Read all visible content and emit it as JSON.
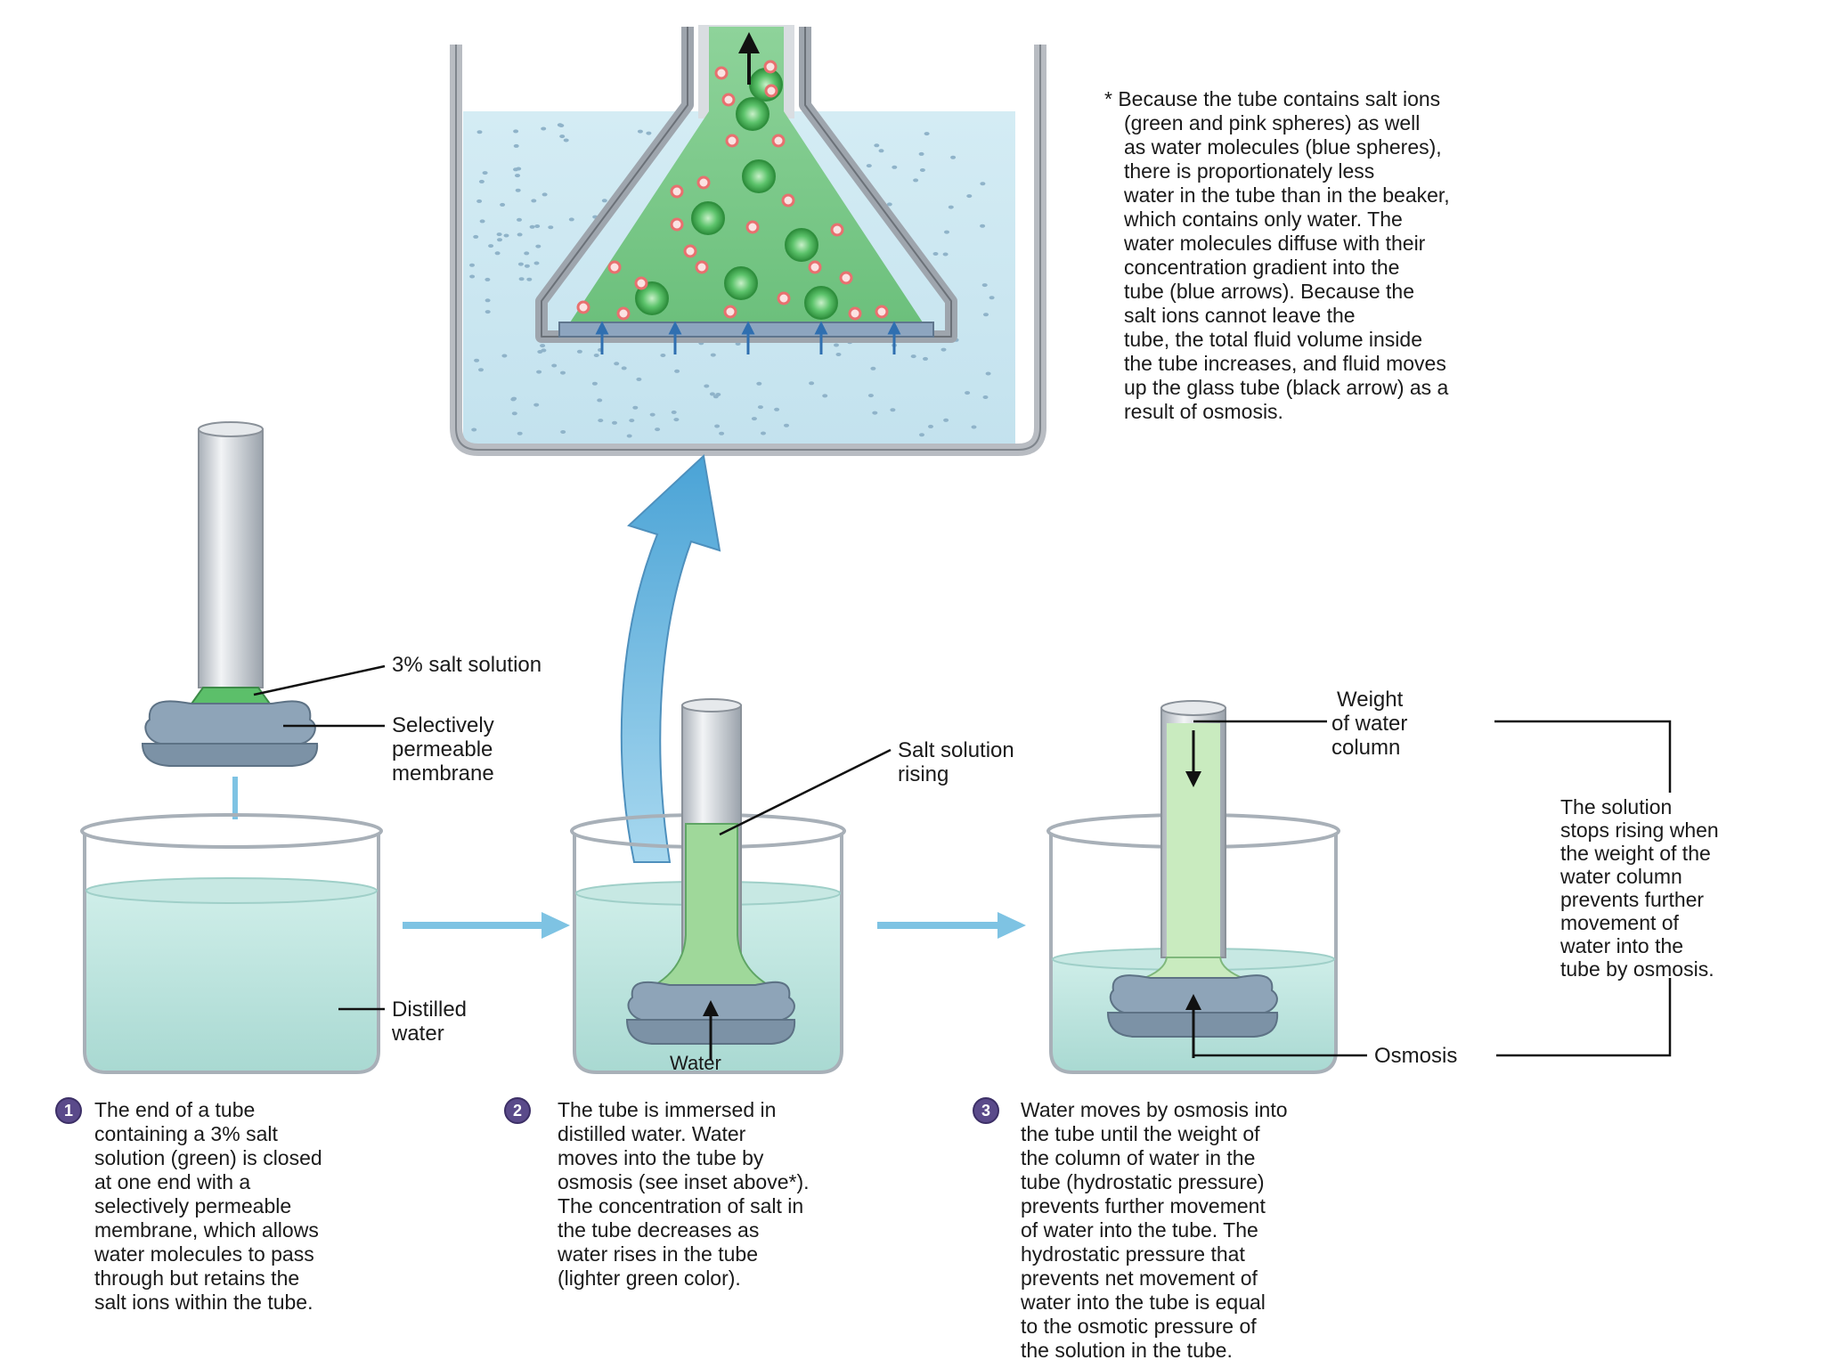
{
  "inset_note": {
    "lines": [
      "* Because the tube contains salt ions",
      "(green and pink spheres) as well",
      "as water molecules (blue spheres),",
      "there is proportionately less",
      "water in the tube than in the beaker,",
      "which contains only water. The",
      "water molecules diffuse with their",
      "concentration gradient into the",
      "tube (blue arrows).  Because the",
      "salt ions cannot leave the",
      "tube, the total fluid volume inside",
      "the tube increases, and fluid moves",
      "up the glass tube (black arrow) as a",
      "result of osmosis."
    ]
  },
  "labels": {
    "salt_solution": "3% salt solution",
    "membrane": [
      "Selectively",
      "permeable",
      "membrane"
    ],
    "distilled_water": [
      "Distilled",
      "water"
    ],
    "salt_rising": [
      "Salt solution",
      "rising"
    ],
    "water": "Water",
    "weight": [
      "Weight",
      "of water",
      "column"
    ],
    "osmosis": "Osmosis",
    "stops_rising": [
      "The solution",
      "stops rising when",
      "the weight of the",
      "water column",
      "prevents further",
      "movement of",
      "water into the",
      "tube by osmosis."
    ]
  },
  "steps": [
    {
      "number": "1",
      "lines": [
        "The end of a tube",
        "containing a 3% salt",
        "solution (green) is closed",
        "at one end with a",
        "selectively permeable",
        "membrane, which allows",
        "water molecules to pass",
        "through but retains the",
        "salt ions within the tube."
      ]
    },
    {
      "number": "2",
      "lines": [
        "The tube is immersed in",
        "distilled water.  Water",
        "moves into the tube by",
        "osmosis (see inset above*).",
        "The concentration of salt in",
        "the tube decreases as",
        "water rises in the tube",
        "(lighter green color)."
      ]
    },
    {
      "number": "3",
      "lines": [
        "Water moves by osmosis into",
        "the tube until the weight of",
        "the column of water in the",
        "tube (hydrostatic pressure)",
        "prevents further movement",
        "of water into the tube. The",
        "hydrostatic pressure that",
        "prevents net movement of",
        "water into the tube is equal",
        "to the osmotic pressure of",
        "the solution in the tube."
      ]
    }
  ],
  "colors": {
    "water": "#bfe3de",
    "salt_solution": "#5cbf6a",
    "light_salt": "#b9e3b0",
    "membrane": "#7d94a8",
    "arrow_blue": "#7ec3e3",
    "ion_green": "#3daa4d",
    "ion_pink": "#e8706f",
    "water_molecule": "#8fb3c9"
  }
}
